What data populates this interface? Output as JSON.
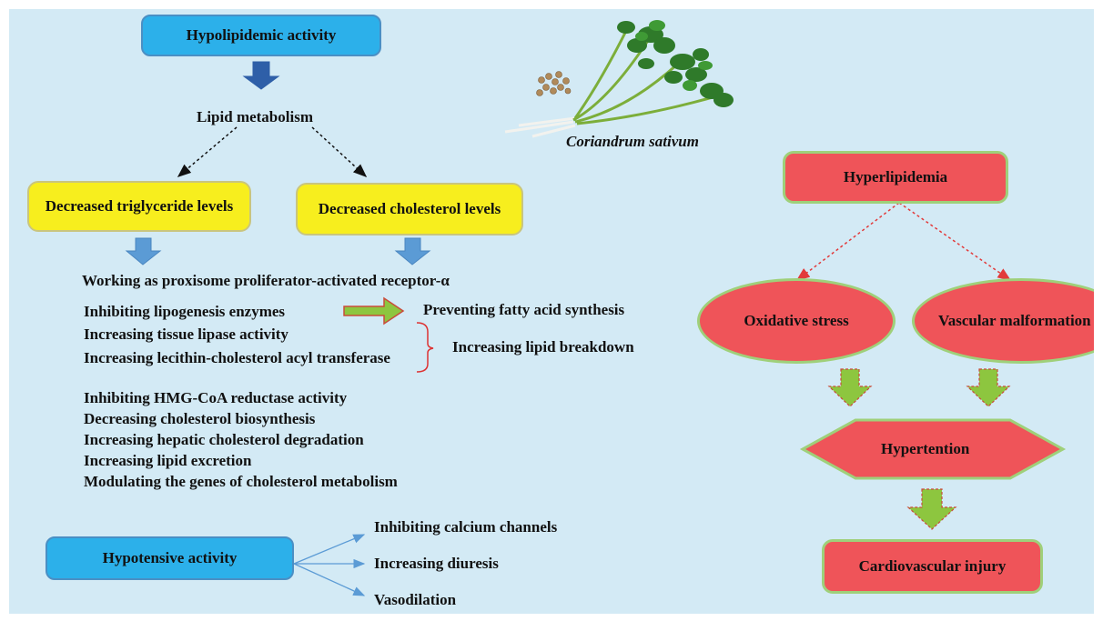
{
  "hypolipidemic": {
    "title": "Hypolipidemic activity",
    "lipid_metabolism": "Lipid metabolism",
    "triglyceride": "Decreased triglyceride levels",
    "cholesterol": "Decreased cholesterol levels",
    "ppar": "Working as proxisome proliferator-activated receptor-α",
    "lipogenesis": "Inhibiting lipogenesis enzymes",
    "fatty_acid": "Preventing fatty acid synthesis",
    "tissue_lipase": "Increasing tissue lipase activity",
    "lcat": "Increasing lecithin-cholesterol acyl transferase",
    "lipid_breakdown": "Increasing lipid breakdown",
    "cholesterol_mechanisms": [
      "Inhibiting HMG-CoA reductase activity",
      "Decreasing cholesterol biosynthesis",
      "Increasing hepatic cholesterol degradation",
      "Increasing lipid excretion",
      "Modulating the genes of cholesterol metabolism"
    ]
  },
  "hypotensive": {
    "title": "Hypotensive activity",
    "effects": [
      "Inhibiting calcium channels",
      "Increasing diuresis",
      "Vasodilation"
    ]
  },
  "plant": {
    "caption": "Coriandrum sativum",
    "icon": "coriander-plant-icon"
  },
  "pathology": {
    "hyperlipidemia": "Hyperlipidemia",
    "oxidative_stress": "Oxidative stress",
    "vascular": "Vascular malformation",
    "hypertension": "Hypertention",
    "cardiovascular": "Cardiovascular injury"
  },
  "colors": {
    "background": "#d3eaf5",
    "blue_box": "#2cb0ea",
    "yellow_box": "#f7ee1e",
    "red_box": "#ef5459",
    "green_arrow": "#8dc63f",
    "blue_arrow": "#5b9bd5",
    "dark_blue_arrow": "#2e5fa8"
  }
}
